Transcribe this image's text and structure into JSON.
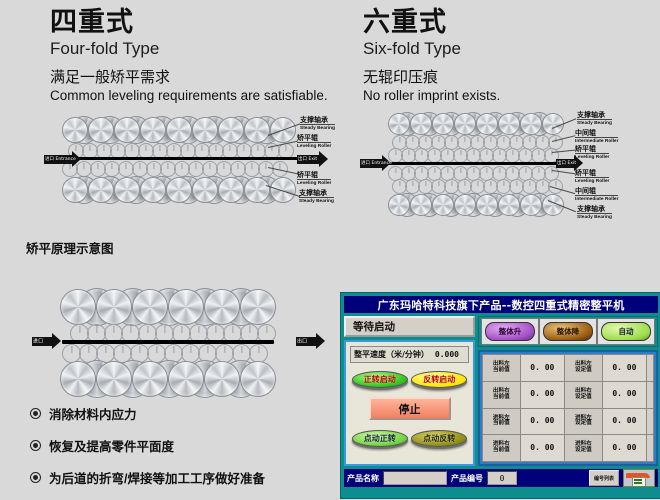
{
  "left_section": {
    "cn_title": "四重式",
    "en_title": "Four-fold Type",
    "cn_sub": "满足一般矫平需求",
    "en_sub": "Common leveling requirements are satisfiable.",
    "entrance_label": "进口 Entrance",
    "exit_label": "出口 Exit",
    "callouts": [
      {
        "cn": "支撑轴承",
        "en": "Steady Bearing"
      },
      {
        "cn": "矫平辊",
        "en": "Leveling Roller"
      },
      {
        "cn": "矫平辊",
        "en": "Leveling Roller"
      },
      {
        "cn": "支撑轴承",
        "en": "Steady Bearing"
      }
    ]
  },
  "right_section": {
    "cn_title": "六重式",
    "en_title": "Six-fold Type",
    "cn_sub": "无辊印压痕",
    "en_sub": "No roller imprint exists.",
    "entrance_label": "进口 Entrance",
    "exit_label": "出口 Exit",
    "callouts": [
      {
        "cn": "支撑轴承",
        "en": "Steady Bearing"
      },
      {
        "cn": "中间辊",
        "en": "Intermediate Roller"
      },
      {
        "cn": "矫平辊",
        "en": "Leveling Roller"
      },
      {
        "cn": "矫平辊",
        "en": "Leveling Roller"
      },
      {
        "cn": "中间辊",
        "en": "Intermediate Roller"
      },
      {
        "cn": "支撑轴承",
        "en": "Steady Bearing"
      }
    ]
  },
  "principle": {
    "caption": "矫平原理示意图",
    "entrance_label": "进口",
    "exit_label": "出口"
  },
  "bullets": [
    "消除材料内应力",
    "恢复及提高零件平面度",
    "为后道的折弯/焊接等加工工序做好准备"
  ],
  "hmi": {
    "title": "广东玛哈特科技旗下产品--数控四重式精密整平机",
    "status": "等待启动",
    "speed_label": "整平速度（米/分钟）",
    "speed_value": "0.000",
    "forward_start": "正转启动",
    "reverse_start": "反转启动",
    "stop": "停止",
    "jog_forward": "点动正转",
    "jog_reverse": "点动反转",
    "top_buttons": [
      {
        "label": "整体升",
        "color": "#a24fc4"
      },
      {
        "label": "整体降",
        "color": "#9a5c0f"
      },
      {
        "label": "自动",
        "color": "#9ede4c"
      }
    ],
    "table_rows": [
      {
        "cur_label_1": "出料左",
        "cur_label_2": "当前值",
        "cur_value": "0. 00",
        "set_label_1": "出料左",
        "set_label_2": "设定值",
        "set_value": "0. 00"
      },
      {
        "cur_label_1": "出料右",
        "cur_label_2": "当前值",
        "cur_value": "0. 00",
        "set_label_1": "出料右",
        "set_label_2": "设定值",
        "set_value": "0. 00"
      },
      {
        "cur_label_1": "进料左",
        "cur_label_2": "当前值",
        "cur_value": "0. 00",
        "set_label_1": "进料左",
        "set_label_2": "设定值",
        "set_value": "0. 00"
      },
      {
        "cur_label_1": "进料右",
        "cur_label_2": "当前值",
        "cur_value": "0. 00",
        "set_label_1": "进料右",
        "set_label_2": "设定值",
        "set_value": "0. 00"
      }
    ],
    "footer": {
      "product_name_label": "产品名称",
      "product_name_value": "",
      "product_no_label": "产品编号",
      "product_no_value": "0",
      "list_button": "编号列表"
    }
  }
}
